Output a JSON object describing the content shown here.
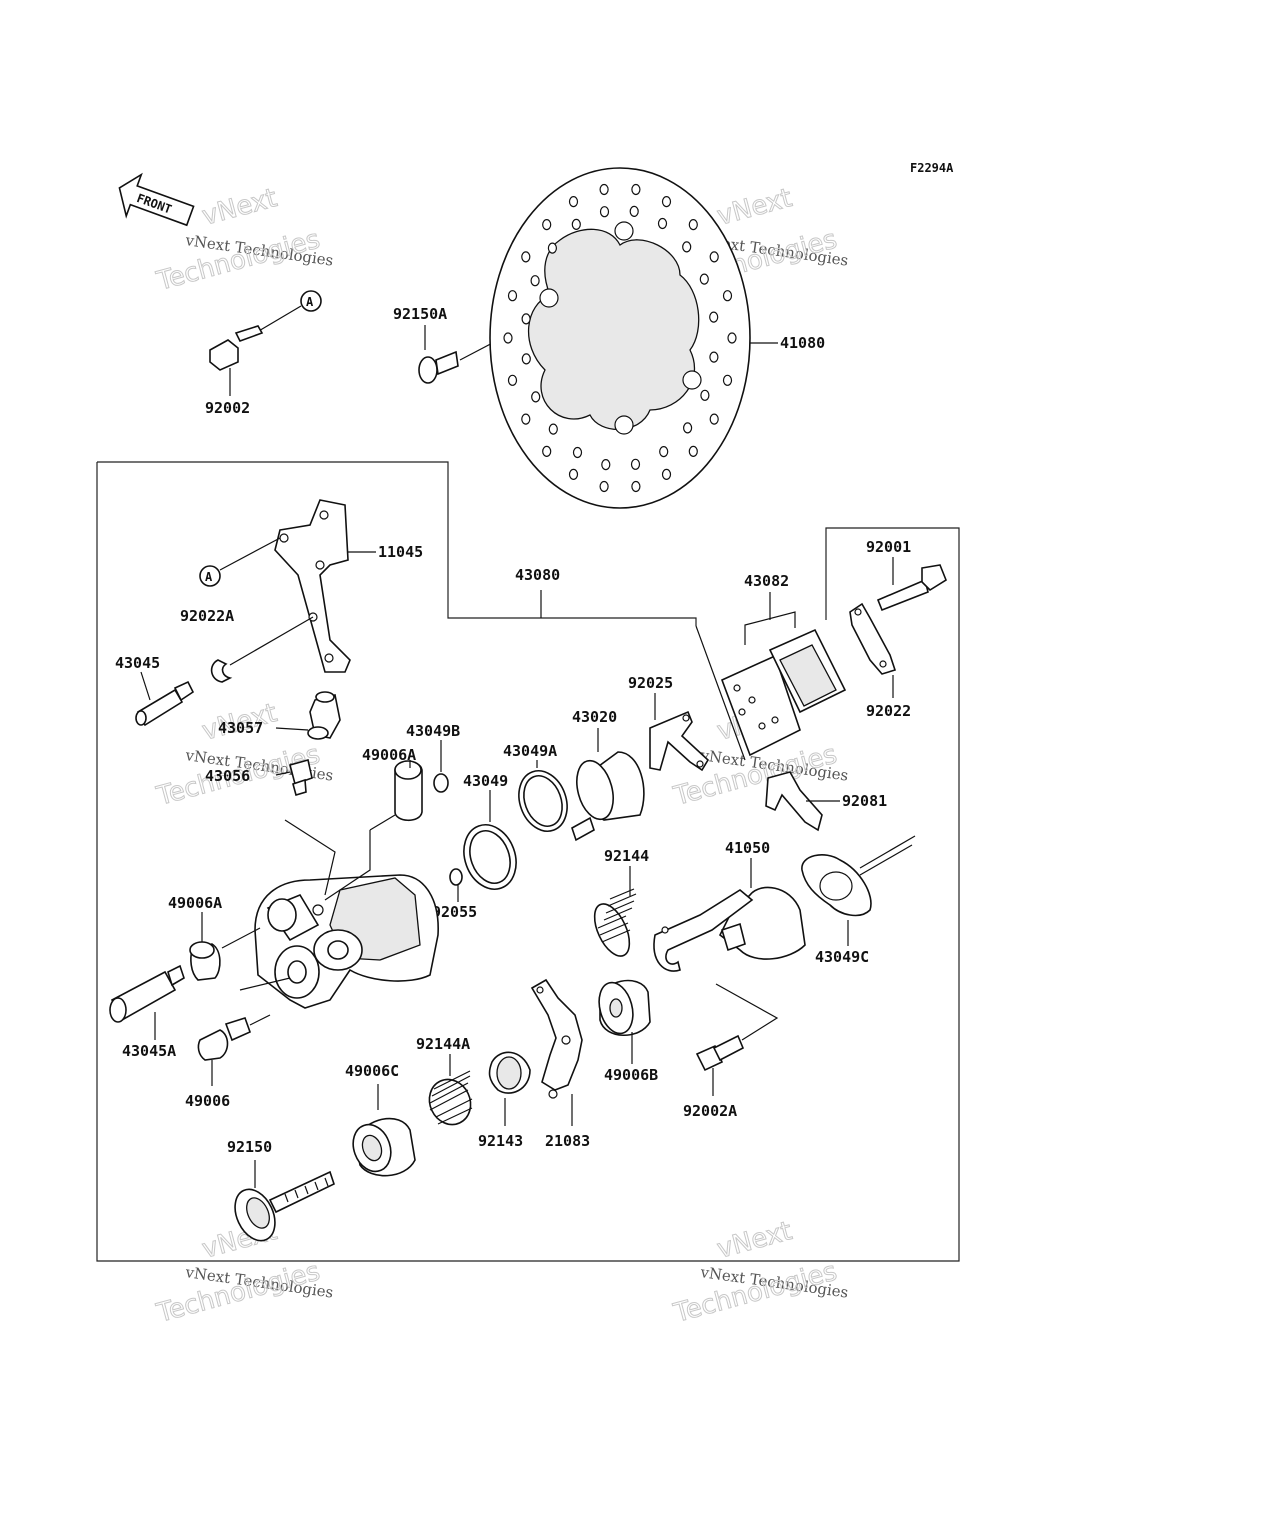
{
  "diagram": {
    "ref_code": "F2294A",
    "front_label": "FRONT",
    "callout_a": "A",
    "watermark": {
      "line1": "vNext Technologies",
      "line2": "Technologies",
      "line3": "vNext"
    },
    "parts": {
      "p92002": "92002",
      "p92150A": "92150A",
      "p41080": "41080",
      "p11045": "11045",
      "p43080": "43080",
      "p92001": "92001",
      "p43082": "43082",
      "p92022A": "92022A",
      "p43045": "43045",
      "p92022": "92022",
      "p92025": "92025",
      "p43057": "43057",
      "p43049B": "43049B",
      "p43020": "43020",
      "p43049A": "43049A",
      "p49006A_top": "49006A",
      "p43056": "43056",
      "p43049": "43049",
      "p92081": "92081",
      "p92144": "92144",
      "p41050": "41050",
      "p49006A": "49006A",
      "p92055": "92055",
      "p43049C": "43049C",
      "p43045A": "43045A",
      "p49006B": "49006B",
      "p92144A": "92144A",
      "p49006C": "49006C",
      "p49006": "49006",
      "p92143": "92143",
      "p21083": "21083",
      "p92002A": "92002A",
      "p92150": "92150"
    }
  }
}
